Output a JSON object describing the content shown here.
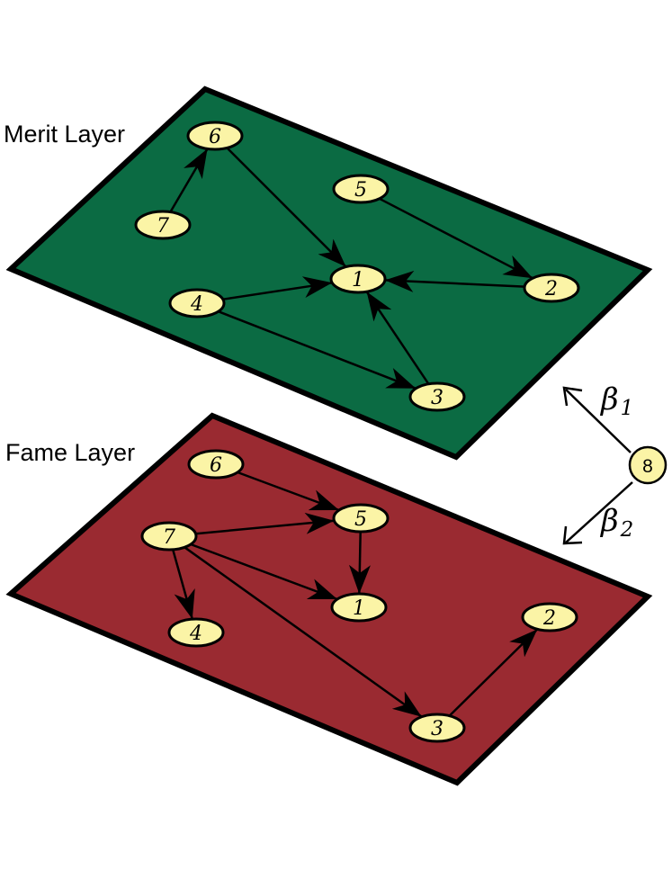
{
  "colors": {
    "merit_plane": "#0b6b43",
    "fame_plane": "#9a2a31",
    "node_fill": "#fbf4a6",
    "edge": "#000000"
  },
  "layers": [
    {
      "id": "merit",
      "label": "Merit Layer",
      "nodes": [
        "1",
        "2",
        "3",
        "4",
        "5",
        "6",
        "7"
      ],
      "edges": [
        [
          "7",
          "6"
        ],
        [
          "6",
          "1"
        ],
        [
          "5",
          "2"
        ],
        [
          "2",
          "1"
        ],
        [
          "4",
          "1"
        ],
        [
          "4",
          "3"
        ],
        [
          "3",
          "1"
        ]
      ]
    },
    {
      "id": "fame",
      "label": "Fame Layer",
      "nodes": [
        "1",
        "2",
        "3",
        "4",
        "5",
        "6",
        "7"
      ],
      "edges": [
        [
          "6",
          "5"
        ],
        [
          "7",
          "5"
        ],
        [
          "5",
          "1"
        ],
        [
          "7",
          "1"
        ],
        [
          "7",
          "4"
        ],
        [
          "7",
          "3"
        ],
        [
          "3",
          "2"
        ]
      ]
    }
  ],
  "external_node": {
    "label": "8",
    "links": [
      {
        "symbol": "β",
        "subscript": "1",
        "target": "merit"
      },
      {
        "symbol": "β",
        "subscript": "2",
        "target": "fame"
      }
    ]
  }
}
